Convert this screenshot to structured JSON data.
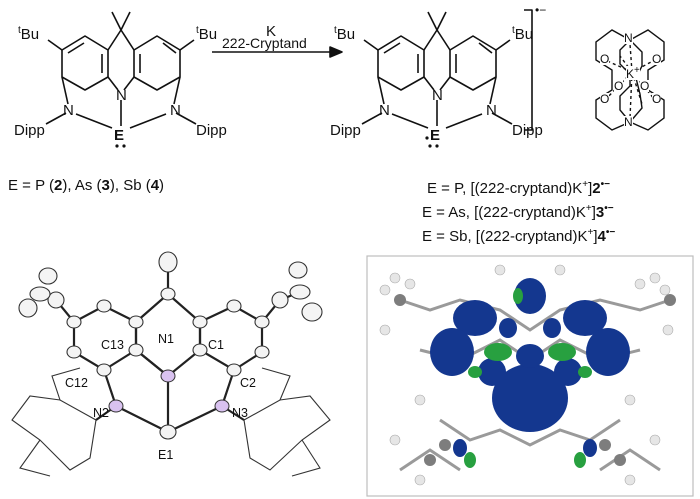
{
  "scheme": {
    "left_labels": {
      "tbu_left": "Bu",
      "tbu_right": "Bu",
      "tbu_prefix": "t",
      "n_left": "N",
      "n_center": "N",
      "n_right": "N",
      "element": "E",
      "dipp_left": "Dipp",
      "dipp_right": "Dipp"
    },
    "left_caption": {
      "prefix": "E = P (",
      "n2": "2",
      "mid1": "), As (",
      "n3": "3",
      "mid2": "), Sb (",
      "n4": "4",
      "end": ")"
    },
    "arrow": {
      "reagent": "K",
      "condition": "222-Cryptand"
    },
    "right_labels": {
      "tbu_left": "Bu",
      "tbu_right": "Bu",
      "tbu_prefix": "t",
      "n_left": "N",
      "n_center": "N",
      "n_right": "N",
      "element": "E",
      "dipp_left": "Dipp",
      "dipp_right": "Dipp",
      "charge": "•−"
    },
    "cryptand": {
      "k": "K",
      "k_charge": "+",
      "n_top": "N",
      "n_bottom": "N",
      "o": "O"
    },
    "right_captions": [
      {
        "el": "E = P, ",
        "salt": "[(222-cryptand)K",
        "plus": "+",
        "close": "]",
        "num": "2",
        "rad": "•−"
      },
      {
        "el": "E = As, ",
        "salt": "[(222-cryptand)K",
        "plus": "+",
        "close": "]",
        "num": "3",
        "rad": "•−"
      },
      {
        "el": "E = Sb, ",
        "salt": "[(222-cryptand)K",
        "plus": "+",
        "close": "]",
        "num": "4",
        "rad": "•−"
      }
    ]
  },
  "ortep": {
    "atoms": {
      "c13": "C13",
      "n1": "N1",
      "c1": "C1",
      "c12": "C12",
      "c2": "C2",
      "n2": "N2",
      "n3": "N3",
      "e1": "E1"
    }
  },
  "colors": {
    "orbital_blue": "#14378f",
    "orbital_green": "#28a040",
    "nitrogen_purple": "#c9a6e6",
    "frame": "#bdbdbd"
  }
}
